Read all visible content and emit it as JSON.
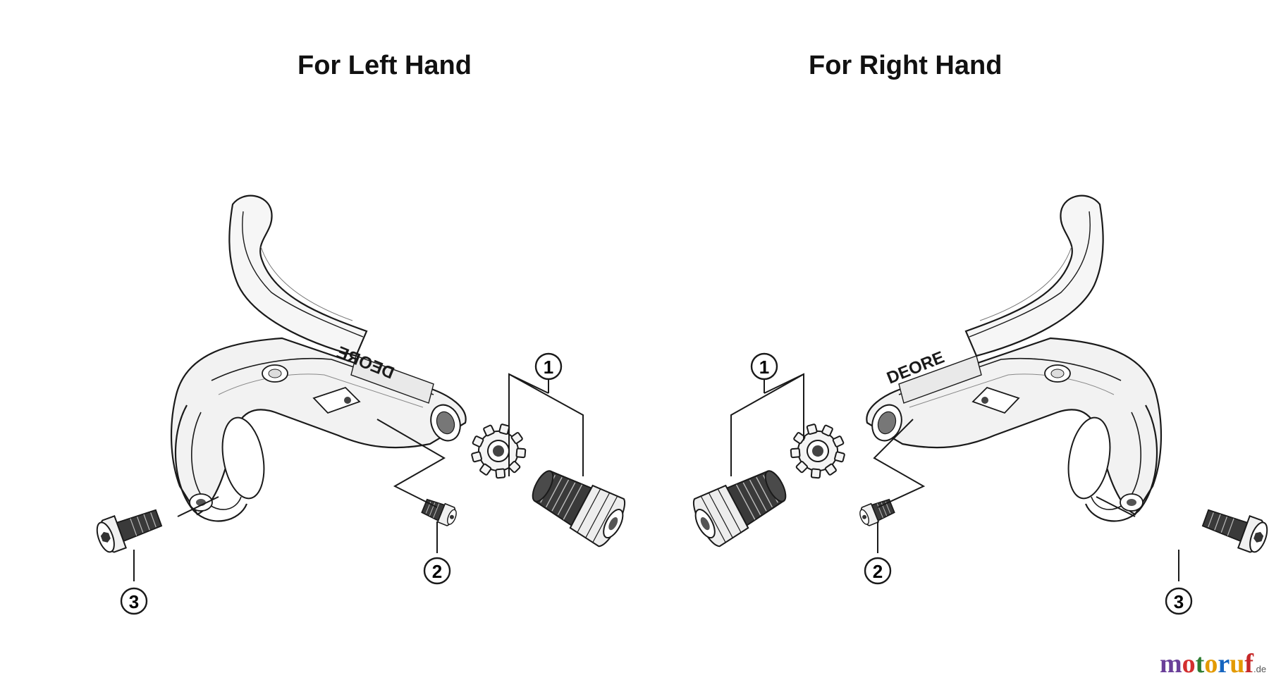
{
  "titles": {
    "left": "For Left Hand",
    "right": "For Right Hand"
  },
  "callouts": {
    "left": [
      "1",
      "2",
      "3"
    ],
    "right": [
      "1",
      "2",
      "3"
    ]
  },
  "brand_mark": "DEORE",
  "watermark": {
    "text": "motoruf",
    "tld": ".de",
    "letter_colors": [
      "#6a3f99",
      "#d32f2f",
      "#2e7d32",
      "#e39a00",
      "#1565c0",
      "#e39a00",
      "#c62828"
    ]
  },
  "colors": {
    "line": "#1a1a1a",
    "fill_light": "#f4f4f4",
    "fill_dark": "#3a3a3a"
  }
}
